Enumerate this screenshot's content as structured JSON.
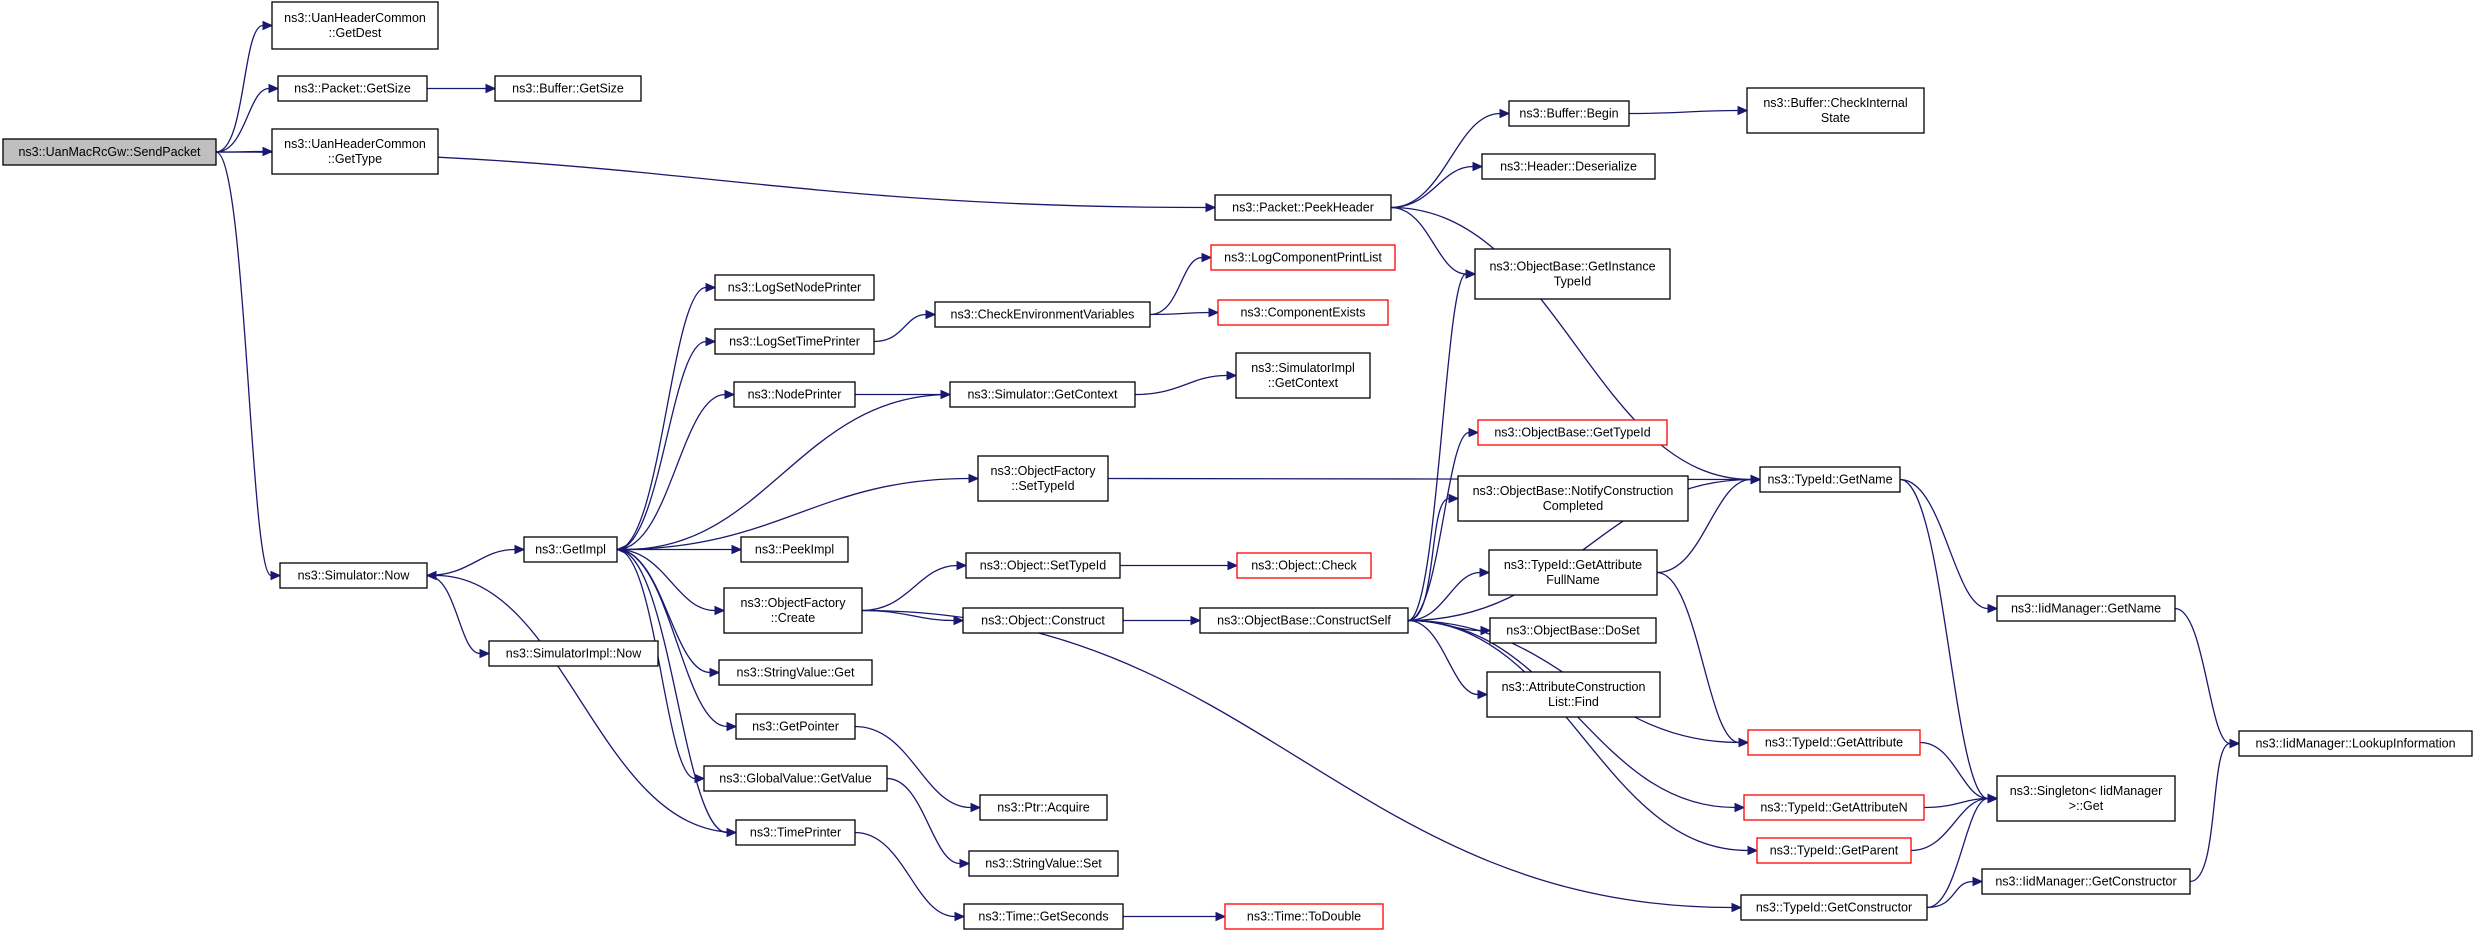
{
  "colors": {
    "edge": "#191970",
    "node_border": "#000000",
    "truncated_border": "#ff0000",
    "root_fill": "#bfbfbf",
    "node_fill": "#ffffff"
  },
  "nodes": [
    {
      "id": "n0",
      "lines": [
        "ns3::UanMacRcGw::SendPacket"
      ],
      "root": true
    },
    {
      "id": "n1",
      "lines": [
        "ns3::UanHeaderCommon",
        "::GetDest"
      ]
    },
    {
      "id": "n2",
      "lines": [
        "ns3::Packet::GetSize"
      ]
    },
    {
      "id": "n3",
      "lines": [
        "ns3::Buffer::GetSize"
      ]
    },
    {
      "id": "n4",
      "lines": [
        "ns3::UanHeaderCommon",
        "::GetType"
      ]
    },
    {
      "id": "n5",
      "lines": [
        "ns3::Packet::PeekHeader"
      ]
    },
    {
      "id": "n6",
      "lines": [
        "ns3::Buffer::Begin"
      ]
    },
    {
      "id": "n7",
      "lines": [
        "ns3::Buffer::CheckInternal",
        "State"
      ]
    },
    {
      "id": "n8",
      "lines": [
        "ns3::Header::Deserialize"
      ]
    },
    {
      "id": "n9",
      "lines": [
        "ns3::ObjectBase::GetInstance",
        "TypeId"
      ]
    },
    {
      "id": "n10",
      "lines": [
        "ns3::TypeId::GetName"
      ]
    },
    {
      "id": "n11",
      "lines": [
        "ns3::LogComponentPrintList"
      ],
      "truncated": true
    },
    {
      "id": "n12",
      "lines": [
        "ns3::ComponentExists"
      ],
      "truncated": true
    },
    {
      "id": "n13",
      "lines": [
        "ns3::LogSetNodePrinter"
      ]
    },
    {
      "id": "n14",
      "lines": [
        "ns3::LogSetTimePrinter"
      ]
    },
    {
      "id": "n15",
      "lines": [
        "ns3::CheckEnvironmentVariables"
      ]
    },
    {
      "id": "n16",
      "lines": [
        "ns3::NodePrinter"
      ]
    },
    {
      "id": "n17",
      "lines": [
        "ns3::Simulator::GetContext"
      ]
    },
    {
      "id": "n18",
      "lines": [
        "ns3::SimulatorImpl",
        "::GetContext"
      ]
    },
    {
      "id": "n19",
      "lines": [
        "ns3::ObjectFactory",
        "::SetTypeId"
      ]
    },
    {
      "id": "n20",
      "lines": [
        "ns3::ObjectBase::GetTypeId"
      ],
      "truncated": true
    },
    {
      "id": "n21",
      "lines": [
        "ns3::ObjectBase::NotifyConstruction",
        "Completed"
      ]
    },
    {
      "id": "n22",
      "lines": [
        "ns3::Simulator::Now"
      ]
    },
    {
      "id": "n23",
      "lines": [
        "ns3::GetImpl"
      ]
    },
    {
      "id": "n24",
      "lines": [
        "ns3::PeekImpl"
      ]
    },
    {
      "id": "n25",
      "lines": [
        "ns3::TypeId::GetAttribute",
        "FullName"
      ]
    },
    {
      "id": "n26",
      "lines": [
        "ns3::IidManager::GetName"
      ]
    },
    {
      "id": "n27",
      "lines": [
        "ns3::Object::SetTypeId"
      ]
    },
    {
      "id": "n28",
      "lines": [
        "ns3::Object::Check"
      ],
      "truncated": true
    },
    {
      "id": "n29",
      "lines": [
        "ns3::ObjectFactory",
        "::Create"
      ]
    },
    {
      "id": "n30",
      "lines": [
        "ns3::Object::Construct"
      ]
    },
    {
      "id": "n31",
      "lines": [
        "ns3::ObjectBase::ConstructSelf"
      ]
    },
    {
      "id": "n32",
      "lines": [
        "ns3::SimulatorImpl::Now"
      ]
    },
    {
      "id": "n33",
      "lines": [
        "ns3::ObjectBase::DoSet"
      ]
    },
    {
      "id": "n34",
      "lines": [
        "ns3::StringValue::Get"
      ]
    },
    {
      "id": "n35",
      "lines": [
        "ns3::AttributeConstruction",
        "List::Find"
      ]
    },
    {
      "id": "n36",
      "lines": [
        "ns3::GetPointer"
      ]
    },
    {
      "id": "n37",
      "lines": [
        "ns3::TypeId::GetAttribute"
      ],
      "truncated": true
    },
    {
      "id": "n38",
      "lines": [
        "ns3::IidManager::LookupInformation"
      ]
    },
    {
      "id": "n39",
      "lines": [
        "ns3::GlobalValue::GetValue"
      ]
    },
    {
      "id": "n40",
      "lines": [
        "ns3::Singleton< IidManager",
        ">::Get"
      ]
    },
    {
      "id": "n41",
      "lines": [
        "ns3::Ptr::Acquire"
      ]
    },
    {
      "id": "n42",
      "lines": [
        "ns3::TypeId::GetAttributeN"
      ],
      "truncated": true
    },
    {
      "id": "n43",
      "lines": [
        "ns3::TimePrinter"
      ]
    },
    {
      "id": "n44",
      "lines": [
        "ns3::StringValue::Set"
      ]
    },
    {
      "id": "n45",
      "lines": [
        "ns3::TypeId::GetParent"
      ],
      "truncated": true
    },
    {
      "id": "n46",
      "lines": [
        "ns3::IidManager::GetConstructor"
      ]
    },
    {
      "id": "n47",
      "lines": [
        "ns3::TypeId::GetConstructor"
      ]
    },
    {
      "id": "n48",
      "lines": [
        "ns3::Time::GetSeconds"
      ]
    },
    {
      "id": "n49",
      "lines": [
        "ns3::Time::ToDouble"
      ],
      "truncated": true
    }
  ],
  "edges": [
    [
      "n0",
      "n1"
    ],
    [
      "n0",
      "n2"
    ],
    [
      "n0",
      "n4"
    ],
    [
      "n0",
      "n5"
    ],
    [
      "n0",
      "n22"
    ],
    [
      "n2",
      "n3"
    ],
    [
      "n5",
      "n6"
    ],
    [
      "n5",
      "n8"
    ],
    [
      "n5",
      "n9"
    ],
    [
      "n5",
      "n10"
    ],
    [
      "n6",
      "n7"
    ],
    [
      "n22",
      "n23"
    ],
    [
      "n22",
      "n32"
    ],
    [
      "n23",
      "n13"
    ],
    [
      "n23",
      "n14"
    ],
    [
      "n23",
      "n16"
    ],
    [
      "n23",
      "n19"
    ],
    [
      "n23",
      "n24"
    ],
    [
      "n23",
      "n29"
    ],
    [
      "n23",
      "n34"
    ],
    [
      "n23",
      "n36"
    ],
    [
      "n23",
      "n39"
    ],
    [
      "n23",
      "n43"
    ],
    [
      "n14",
      "n15"
    ],
    [
      "n15",
      "n11"
    ],
    [
      "n15",
      "n12"
    ],
    [
      "n16",
      "n17"
    ],
    [
      "n17",
      "n18"
    ],
    [
      "n17",
      "n23"
    ],
    [
      "n19",
      "n10"
    ],
    [
      "n29",
      "n27"
    ],
    [
      "n29",
      "n30"
    ],
    [
      "n29",
      "n47"
    ],
    [
      "n27",
      "n28"
    ],
    [
      "n30",
      "n31"
    ],
    [
      "n31",
      "n9"
    ],
    [
      "n31",
      "n10"
    ],
    [
      "n31",
      "n20"
    ],
    [
      "n31",
      "n21"
    ],
    [
      "n31",
      "n25"
    ],
    [
      "n31",
      "n33"
    ],
    [
      "n31",
      "n35"
    ],
    [
      "n31",
      "n37"
    ],
    [
      "n31",
      "n42"
    ],
    [
      "n31",
      "n45"
    ],
    [
      "n25",
      "n10"
    ],
    [
      "n25",
      "n37"
    ],
    [
      "n10",
      "n26"
    ],
    [
      "n10",
      "n40"
    ],
    [
      "n26",
      "n38"
    ],
    [
      "n37",
      "n40"
    ],
    [
      "n42",
      "n40"
    ],
    [
      "n45",
      "n40"
    ],
    [
      "n47",
      "n40"
    ],
    [
      "n47",
      "n46"
    ],
    [
      "n46",
      "n38"
    ],
    [
      "n36",
      "n41"
    ],
    [
      "n39",
      "n44"
    ],
    [
      "n43",
      "n48"
    ],
    [
      "n43",
      "n22"
    ],
    [
      "n48",
      "n49"
    ]
  ]
}
